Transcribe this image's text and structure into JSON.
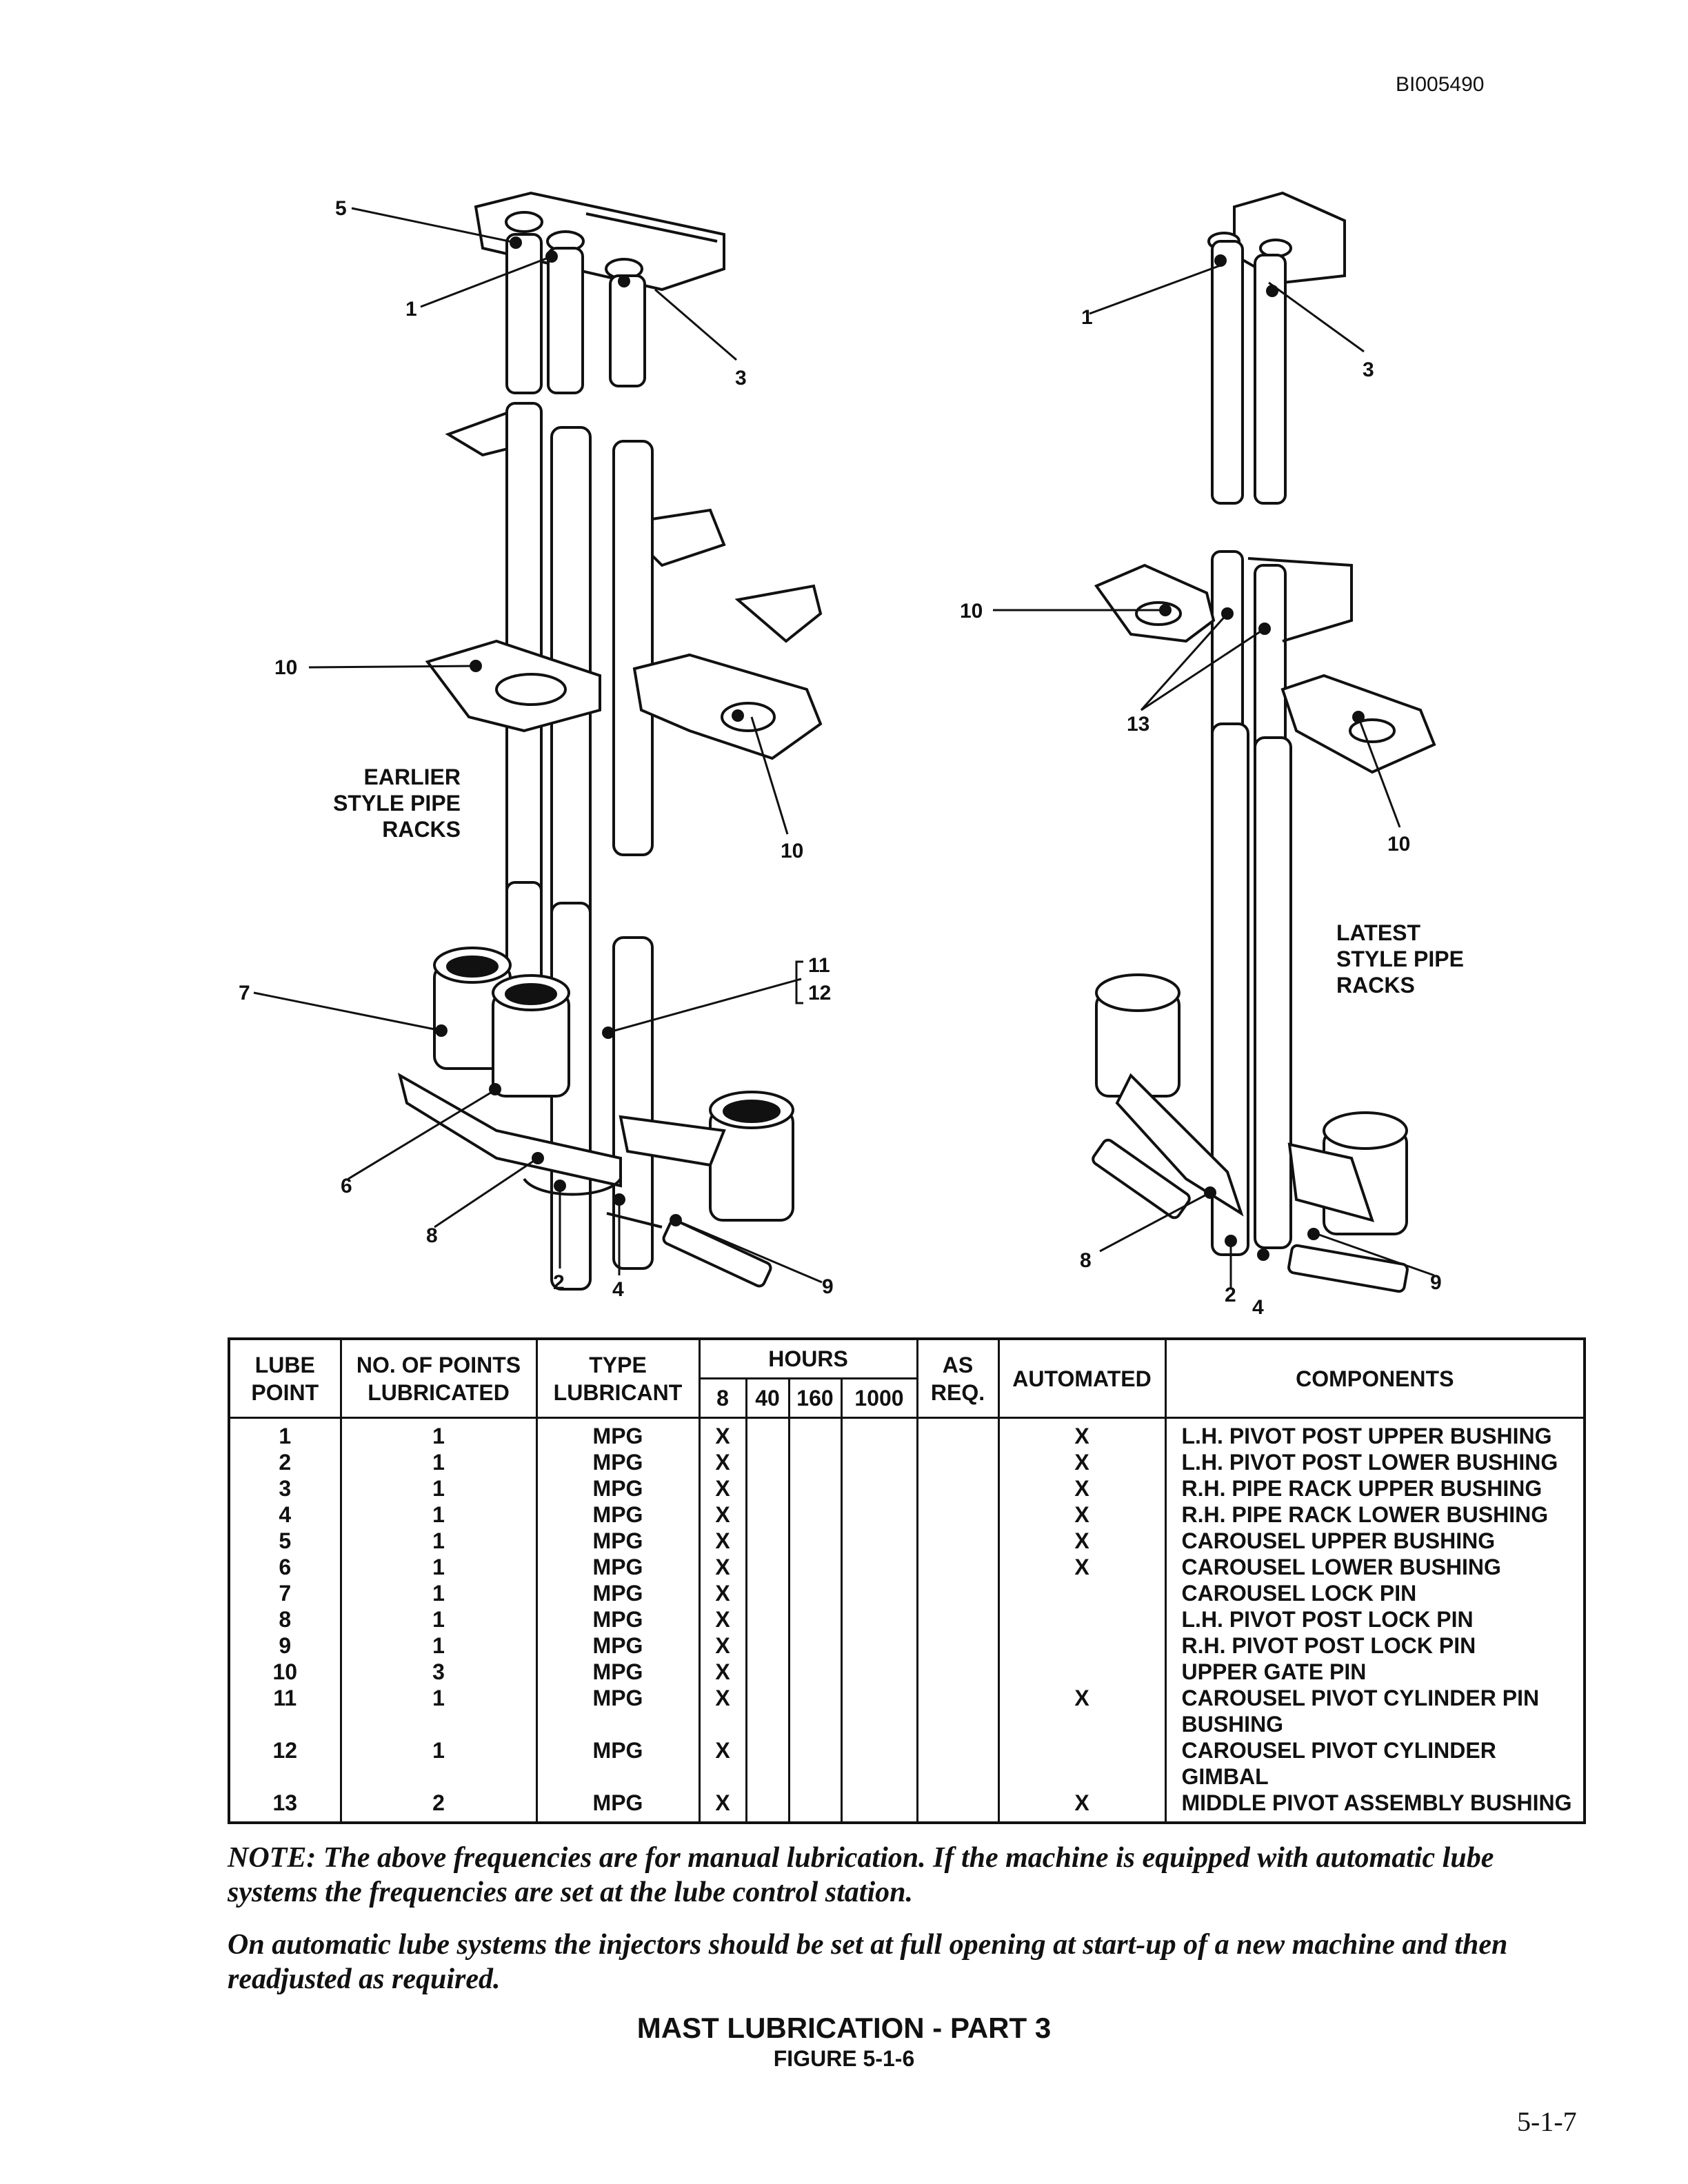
{
  "doc_id": "BI005490",
  "figure": {
    "left_caption": [
      "EARLIER",
      "STYLE PIPE",
      "RACKS"
    ],
    "right_caption": [
      "LATEST",
      "STYLE PIPE",
      "RACKS"
    ],
    "left_callouts": [
      "5",
      "1",
      "3",
      "10",
      "10",
      "11",
      "12",
      "7",
      "6",
      "8",
      "2",
      "4",
      "9"
    ],
    "right_callouts": [
      "1",
      "3",
      "10",
      "13",
      "10",
      "8",
      "2",
      "4",
      "9"
    ]
  },
  "table": {
    "headers": {
      "lube_point": [
        "LUBE",
        "POINT"
      ],
      "no_points": [
        "NO. OF POINTS",
        "LUBRICATED"
      ],
      "type": [
        "TYPE",
        "LUBRICANT"
      ],
      "hours": "HOURS",
      "hours_cols": [
        "8",
        "40",
        "160",
        "1000"
      ],
      "as_req": [
        "AS",
        "REQ."
      ],
      "automated": "AUTOMATED",
      "components": "COMPONENTS"
    },
    "rows": [
      {
        "point": "1",
        "count": "1",
        "type": "MPG",
        "h8": "X",
        "h40": "",
        "h160": "",
        "h1000": "",
        "asreq": "",
        "auto": "X",
        "comp": "L.H. PIVOT POST UPPER BUSHING"
      },
      {
        "point": "2",
        "count": "1",
        "type": "MPG",
        "h8": "X",
        "h40": "",
        "h160": "",
        "h1000": "",
        "asreq": "",
        "auto": "X",
        "comp": "L.H. PIVOT POST LOWER BUSHING"
      },
      {
        "point": "3",
        "count": "1",
        "type": "MPG",
        "h8": "X",
        "h40": "",
        "h160": "",
        "h1000": "",
        "asreq": "",
        "auto": "X",
        "comp": "R.H. PIPE RACK UPPER BUSHING"
      },
      {
        "point": "4",
        "count": "1",
        "type": "MPG",
        "h8": "X",
        "h40": "",
        "h160": "",
        "h1000": "",
        "asreq": "",
        "auto": "X",
        "comp": "R.H. PIPE RACK LOWER BUSHING"
      },
      {
        "point": "5",
        "count": "1",
        "type": "MPG",
        "h8": "X",
        "h40": "",
        "h160": "",
        "h1000": "",
        "asreq": "",
        "auto": "X",
        "comp": "CAROUSEL UPPER BUSHING"
      },
      {
        "point": "6",
        "count": "1",
        "type": "MPG",
        "h8": "X",
        "h40": "",
        "h160": "",
        "h1000": "",
        "asreq": "",
        "auto": "X",
        "comp": "CAROUSEL LOWER BUSHING"
      },
      {
        "point": "7",
        "count": "1",
        "type": "MPG",
        "h8": "X",
        "h40": "",
        "h160": "",
        "h1000": "",
        "asreq": "",
        "auto": "",
        "comp": "CAROUSEL LOCK PIN"
      },
      {
        "point": "8",
        "count": "1",
        "type": "MPG",
        "h8": "X",
        "h40": "",
        "h160": "",
        "h1000": "",
        "asreq": "",
        "auto": "",
        "comp": "L.H. PIVOT POST LOCK PIN"
      },
      {
        "point": "9",
        "count": "1",
        "type": "MPG",
        "h8": "X",
        "h40": "",
        "h160": "",
        "h1000": "",
        "asreq": "",
        "auto": "",
        "comp": "R.H. PIVOT POST LOCK PIN"
      },
      {
        "point": "10",
        "count": "3",
        "type": "MPG",
        "h8": "X",
        "h40": "",
        "h160": "",
        "h1000": "",
        "asreq": "",
        "auto": "",
        "comp": "UPPER GATE PIN"
      },
      {
        "point": "11",
        "count": "1",
        "type": "MPG",
        "h8": "X",
        "h40": "",
        "h160": "",
        "h1000": "",
        "asreq": "",
        "auto": "X",
        "comp": "CAROUSEL PIVOT CYLINDER PIN BUSHING"
      },
      {
        "point": "12",
        "count": "1",
        "type": "MPG",
        "h8": "X",
        "h40": "",
        "h160": "",
        "h1000": "",
        "asreq": "",
        "auto": "",
        "comp": "CAROUSEL PIVOT CYLINDER GIMBAL"
      },
      {
        "point": "13",
        "count": "2",
        "type": "MPG",
        "h8": "X",
        "h40": "",
        "h160": "",
        "h1000": "",
        "asreq": "",
        "auto": "X",
        "comp": "MIDDLE PIVOT ASSEMBLY BUSHING"
      }
    ]
  },
  "notes": [
    "NOTE: The above frequencies are for manual lubrication. If the machine is equipped with automatic lube systems the frequencies are set at the lube control station.",
    "On automatic lube systems the injectors should be set at full opening at start-up of a new machine and then readjusted as required."
  ],
  "caption": {
    "title": "MAST LUBRICATION - PART 3",
    "figure": "FIGURE 5-1-6"
  },
  "page_number": "5-1-7"
}
